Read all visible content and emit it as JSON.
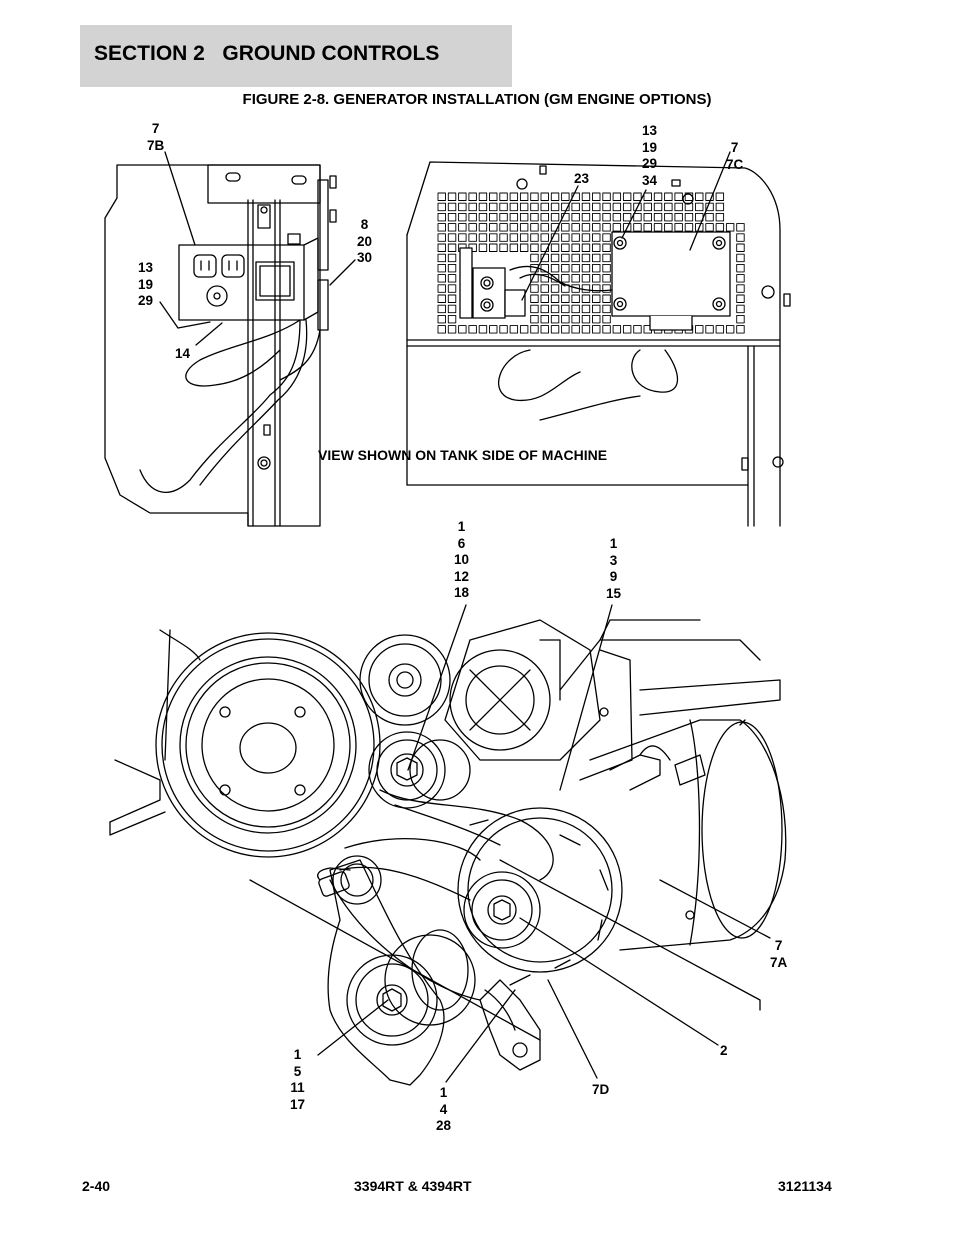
{
  "header": {
    "section_title": "SECTION 2   GROUND CONTROLS"
  },
  "figure": {
    "title": "FIGURE 2-8. GENERATOR INSTALLATION (GM ENGINE OPTIONS)",
    "view_caption": "VIEW SHOWN ON TANK SIDE OF MACHINE"
  },
  "callouts": {
    "c_7_7b": "7\n7B",
    "c_13_19_29_left": "13\n19\n29",
    "c_14": "14",
    "c_8_20_30": "8\n20\n30",
    "c_23": "23",
    "c_13_19_29_34": "13\n19\n29\n34",
    "c_7_7c": "7\n7C",
    "c_1_6_10_12_18": "1\n6\n10\n12\n18",
    "c_1_3_9_15": "1\n3\n9\n15",
    "c_7_7a": "7\n7A",
    "c_2": "2",
    "c_7d": "7D",
    "c_1_4_28": "1\n4\n28",
    "c_1_5_11_17": "1\n5\n11\n17"
  },
  "footer": {
    "page_number": "2-40",
    "model": "3394RT & 4394RT",
    "doc_number": "3121134"
  }
}
